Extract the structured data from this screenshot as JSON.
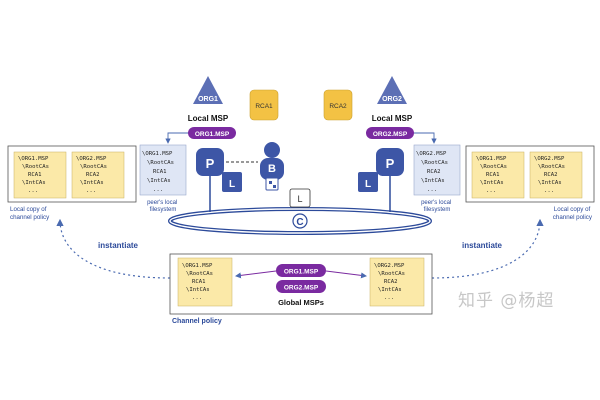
{
  "colors": {
    "triangle": "#5c6fb5",
    "ca_box": "#f3c244",
    "msp_pill": "#7a2aa0",
    "peer": "#3d56a6",
    "ledger": "#3d56a6",
    "note": "#fbe9a8",
    "ring": "#2c4a9a",
    "dotted": "#4a6ab0"
  },
  "org1": {
    "triangle_label": "ORG1",
    "local_msp_label": "Local MSP",
    "msp_pill": "ORG1.MSP",
    "ca_label": "RCA1"
  },
  "org2": {
    "triangle_label": "ORG2",
    "local_msp_label": "Local MSP",
    "msp_pill": "ORG2.MSP",
    "ca_label": "RCA2"
  },
  "peer_letter": "P",
  "ledger_letter": "L",
  "client_letter": "B",
  "channel_letter": "C",
  "peer_fs_left": {
    "lines": [
      "\\ORG1.MSP",
      "\\RootCAs",
      "RCA1",
      "\\IntCAs",
      "..."
    ],
    "caption": [
      "peer's local",
      "filesystem"
    ]
  },
  "peer_fs_right": {
    "lines": [
      "\\ORG2.MSP",
      "\\RootCAs",
      "RCA2",
      "\\IntCAs",
      "..."
    ],
    "caption": [
      "peer's local",
      "filesystem"
    ]
  },
  "local_copy_left": {
    "notes": [
      {
        "lines": [
          "\\ORG1.MSP",
          "\\RootCAs",
          "RCA1",
          "\\IntCAs",
          "..."
        ]
      },
      {
        "lines": [
          "\\ORG2.MSP",
          "\\RootCAs",
          "RCA2",
          "\\IntCAs",
          "..."
        ]
      }
    ],
    "caption": [
      "Local copy of",
      "channel policy"
    ]
  },
  "local_copy_right": {
    "notes": [
      {
        "lines": [
          "\\ORG1.MSP",
          "\\RootCAs",
          "RCA1",
          "\\IntCAs",
          "..."
        ]
      },
      {
        "lines": [
          "\\ORG2.MSP",
          "\\RootCAs",
          "RCA2",
          "\\IntCAs",
          "..."
        ]
      }
    ],
    "caption": [
      "Local copy of",
      "channel policy"
    ]
  },
  "channel_policy": {
    "notes": [
      {
        "lines": [
          "\\ORG1.MSP",
          "\\RootCAs",
          "RCA1",
          "\\IntCAs",
          "..."
        ]
      },
      {
        "lines": [
          "\\ORG2.MSP",
          "\\RootCAs",
          "RCA2",
          "\\IntCAs",
          "..."
        ]
      }
    ],
    "global_pills": [
      "ORG1.MSP",
      "ORG2.MSP"
    ],
    "global_label": "Global MSPs",
    "caption": "Channel policy"
  },
  "instantiate_left": "instantiate",
  "instantiate_right": "instantiate",
  "watermark": "知乎 @杨超"
}
